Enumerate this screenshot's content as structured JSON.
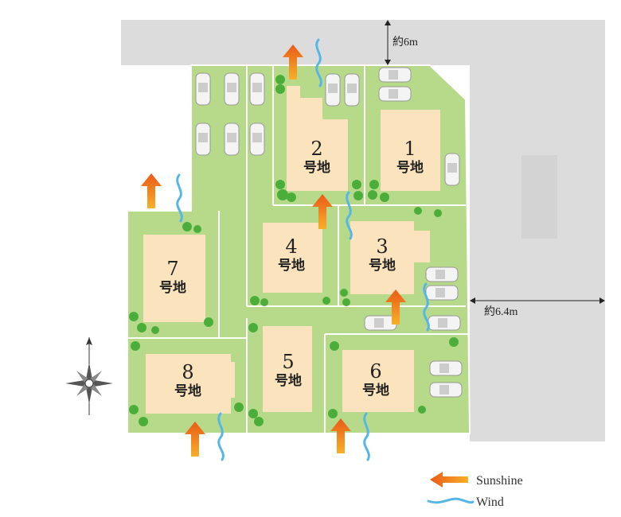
{
  "road_labels": {
    "north": "約6m",
    "east": "約6.4m"
  },
  "lots": [
    {
      "number": "1",
      "name": "号地"
    },
    {
      "number": "2",
      "name": "号地"
    },
    {
      "number": "3",
      "name": "号地"
    },
    {
      "number": "4",
      "name": "号地"
    },
    {
      "number": "5",
      "name": "号地"
    },
    {
      "number": "6",
      "name": "号地"
    },
    {
      "number": "7",
      "name": "号地"
    },
    {
      "number": "8",
      "name": "号地"
    }
  ],
  "legend": {
    "sunshine": "Sunshine",
    "wind": "Wind"
  },
  "colors": {
    "road": "#dcdcdc",
    "ground": "#b7d98a",
    "building": "#fbe3bd",
    "sunshine": "#ee6a1c",
    "wind": "#4fb1e3"
  }
}
